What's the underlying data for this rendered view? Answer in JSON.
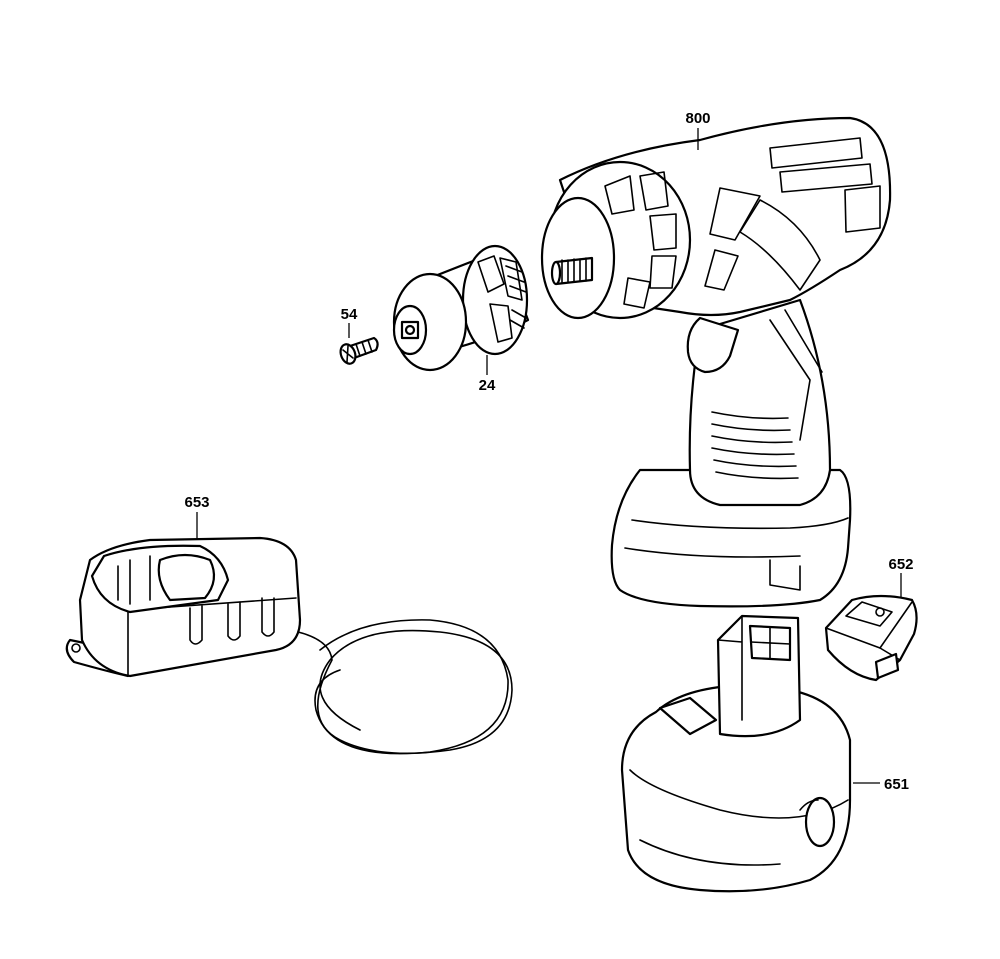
{
  "callouts": {
    "drill": "800",
    "screw": "54",
    "chuck": "24",
    "charger": "653",
    "battery_cover": "652",
    "battery": "651"
  }
}
